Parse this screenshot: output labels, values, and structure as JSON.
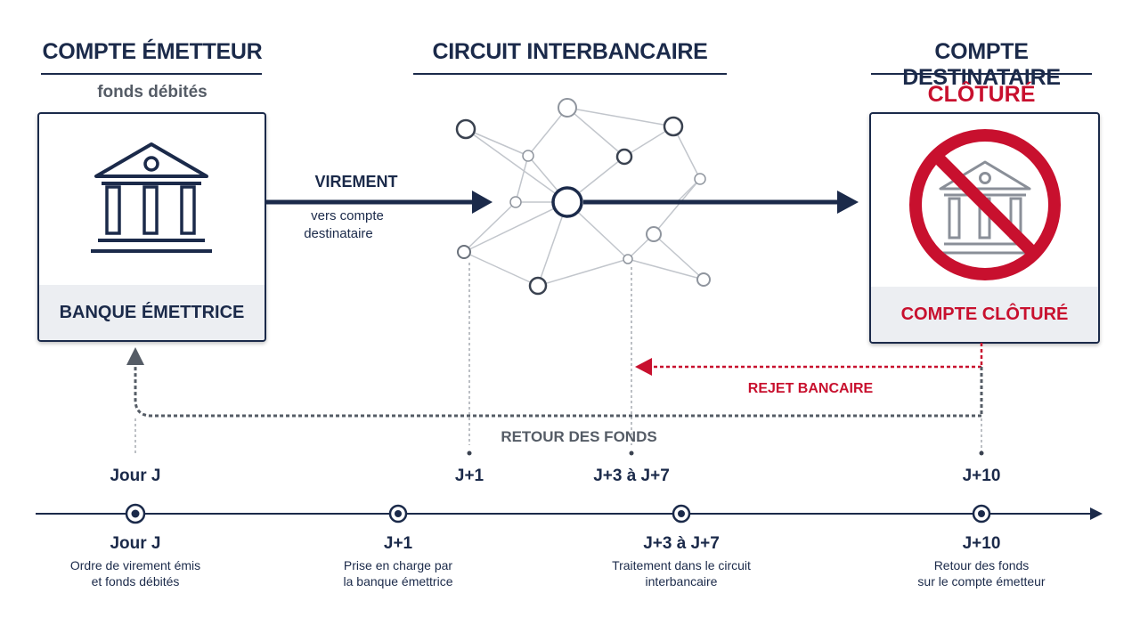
{
  "columns": {
    "emitter": {
      "title": "COMPTE ÉMETTEUR",
      "subtitle": "fonds débités",
      "box_label": "BANQUE ÉMETTRICE"
    },
    "circuit": {
      "title": "CIRCUIT INTERBANCAIRE"
    },
    "recipient": {
      "title": "COMPTE DESTINATAIRE",
      "subtitle": "CLÔTURÉ",
      "box_label": "COMPTE CLÔTURÉ"
    }
  },
  "transfer": {
    "label": "VIREMENT",
    "sublabel_line1": "vers compte",
    "sublabel_line2": "destinataire"
  },
  "reject": {
    "label": "REJET BANCAIRE"
  },
  "return": {
    "label": "RETOUR DES FONDS"
  },
  "markers": [
    "Jour J",
    "J+1",
    "J+3 à J+7",
    "J+10"
  ],
  "timeline": [
    {
      "date": "Jour J",
      "line1": "Ordre de virement émis",
      "line2": "et fonds débités"
    },
    {
      "date": "J+1",
      "line1": "Prise en charge par",
      "line2": "la banque émettrice"
    },
    {
      "date": "J+3 à J+7",
      "line1": "Traitement dans le circuit",
      "line2": "interbancaire"
    },
    {
      "date": "J+10",
      "line1": "Retour des fonds",
      "line2": "sur le compte émetteur"
    }
  ],
  "colors": {
    "navy": "#1b2a4a",
    "red": "#c8102e",
    "gray": "#555c66",
    "light_gray": "#aab0b8"
  },
  "icons": [
    "bank-icon",
    "prohibited-bank-icon",
    "network-icon"
  ]
}
